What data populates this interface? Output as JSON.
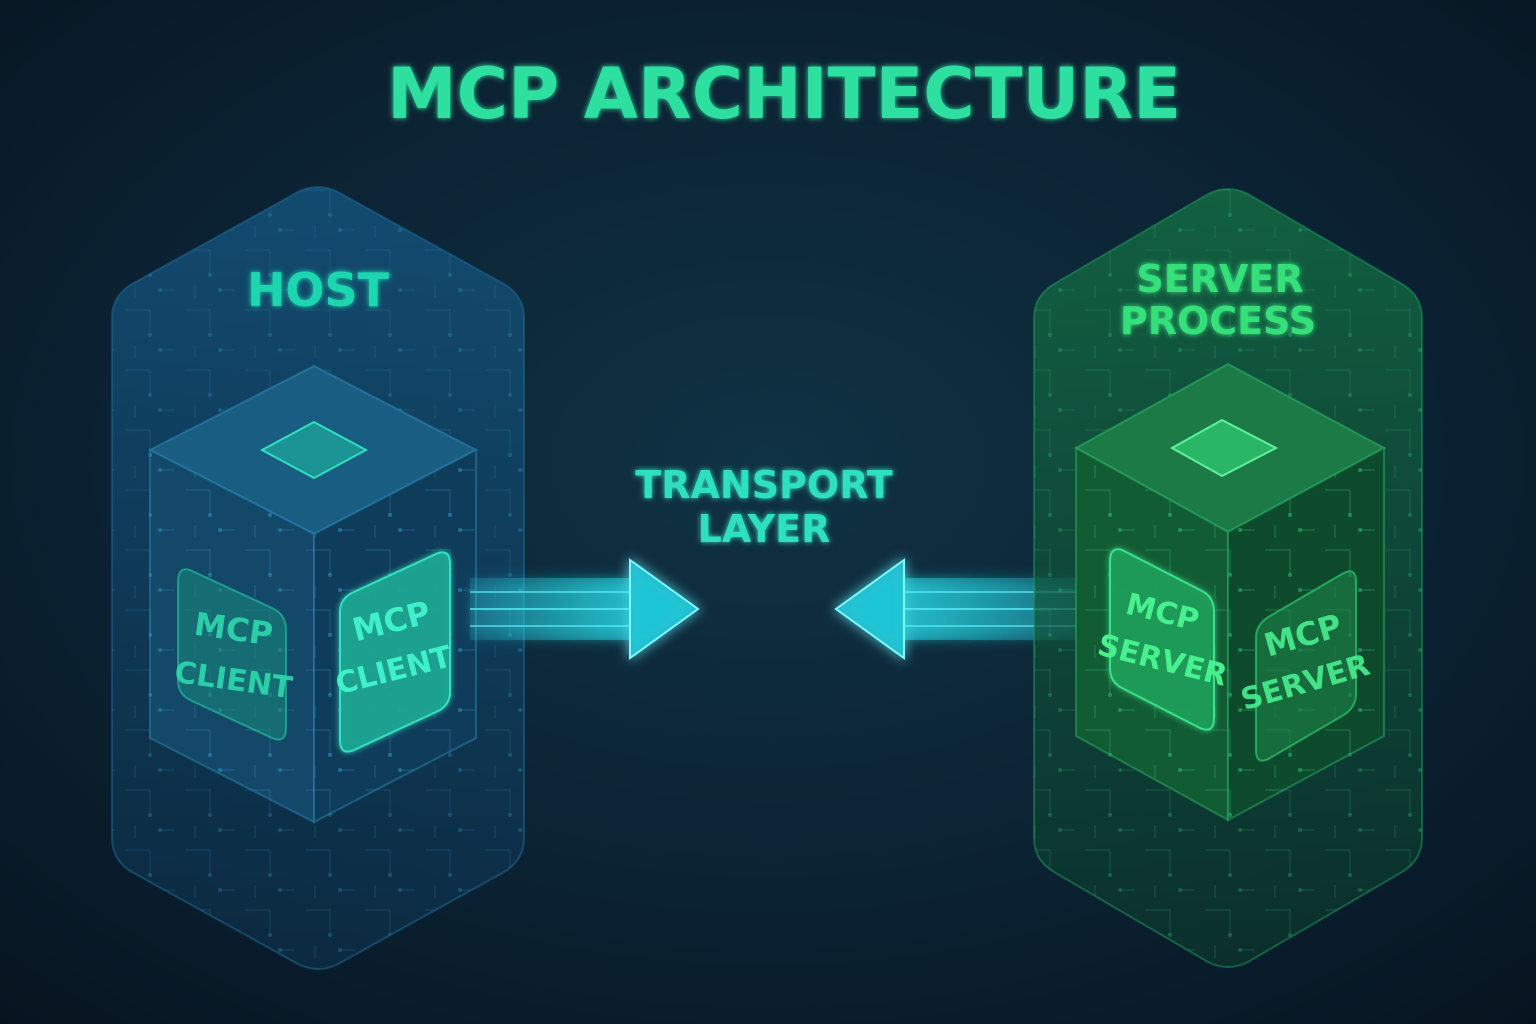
{
  "title": "MCP ARCHITECTURE",
  "host": {
    "label": "HOST",
    "client_left": [
      "MCP",
      "CLIENT"
    ],
    "client_right": [
      "MCP",
      "CLIENT"
    ]
  },
  "transport": {
    "label": [
      "TRANSPORT",
      "LAYER"
    ]
  },
  "server_process": {
    "label": [
      "SERVER",
      "PROCESS"
    ],
    "server_left": [
      "MCP",
      "SERVER"
    ],
    "server_right": [
      "MCP",
      "SERVER"
    ]
  },
  "colors": {
    "background": "#0a1a26",
    "title": "#2ee0a0",
    "host_accent": "#1fd6b0",
    "server_accent": "#34e07a",
    "transport_glow": "#22e3f0"
  }
}
